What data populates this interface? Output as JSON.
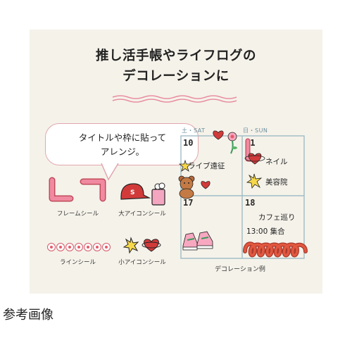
{
  "headline": {
    "line1": "推し活手帳やライフログの",
    "line2": "デコレーションに"
  },
  "bubble": {
    "line1": "タイトルや枠に貼って",
    "line2": "アレンジ。"
  },
  "stickers": {
    "frame": "フレームシール",
    "big_icon": "大アイコンシール",
    "line": "ラインシール",
    "small_icon": "小アイコンシール"
  },
  "calendar": {
    "sat_header": "土・SAT",
    "sun_header": "日・SUN",
    "cells": {
      "d10": "10",
      "d11": "11",
      "d17": "17",
      "d18": "18"
    },
    "entries": {
      "live": "ライブ遠征",
      "nail": "ネイル",
      "salon": "美容院",
      "cafe": "カフェ巡り",
      "time": "13:00 集合"
    },
    "caption": "デコレーション例"
  },
  "footer": "参考画像",
  "colors": {
    "card_bg": "#f5f2ea",
    "pink": "#e88fa0",
    "red": "#d23a3a",
    "grid": "#9fbcc4"
  }
}
